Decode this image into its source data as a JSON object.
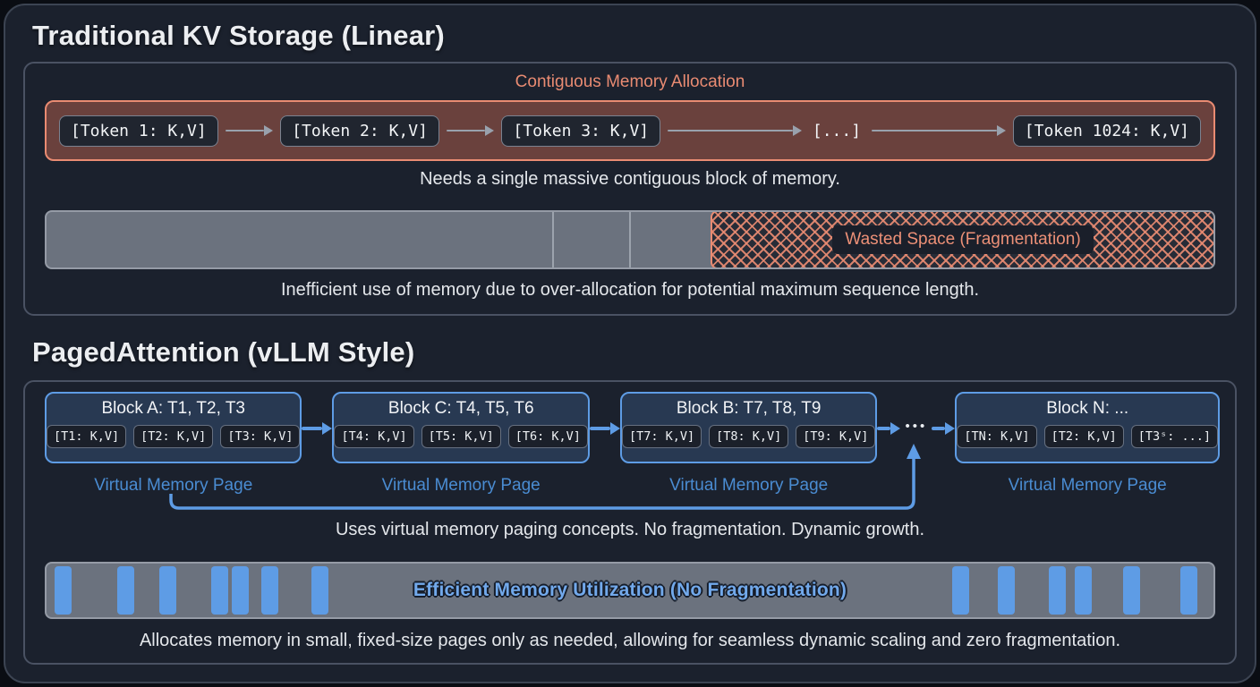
{
  "traditional": {
    "title": "Traditional KV Storage (Linear)",
    "alloc_label": "Contiguous Memory Allocation",
    "tokens": [
      "[Token 1: K,V]",
      "[Token 2: K,V]",
      "[Token 3: K,V]",
      "[...]",
      "[Token 1024: K,V]"
    ],
    "caption_contiguous": "Needs a single massive contiguous block of memory.",
    "wasted_label": "Wasted Space (Fragmentation)",
    "caption_inefficient": "Inefficient use of memory due to over-allocation for potential maximum sequence length."
  },
  "paged": {
    "title": "PagedAttention (vLLM Style)",
    "blocks": [
      {
        "title": "Block A: T1, T2, T3",
        "tokens": [
          "[T1: K,V]",
          "[T2: K,V]",
          "[T3: K,V]"
        ],
        "label": "Virtual Memory Page"
      },
      {
        "title": "Block C: T4, T5, T6",
        "tokens": [
          "[T4: K,V]",
          "[T5: K,V]",
          "[T6: K,V]"
        ],
        "label": "Virtual Memory Page"
      },
      {
        "title": "Block B: T7, T8, T9",
        "tokens": [
          "[T7: K,V]",
          "[T8: K,V]",
          "[T9: K,V]"
        ],
        "label": "Virtual Memory Page"
      },
      {
        "title": "Block N: ...",
        "tokens": [
          "[TN: K,V]",
          "[T2: K,V]",
          "[T3ˢ: ...]"
        ],
        "label": "Virtual Memory Page"
      }
    ],
    "ellipsis": "•••",
    "caption_paging": "Uses virtual memory paging concepts. No fragmentation. Dynamic growth.",
    "efficient_label": "Efficient Memory Utilization (No Fragmentation)",
    "caption_allocates": "Allocates memory in small, fixed-size pages only as needed, allowing for seamless dynamic scaling and zero fragmentation."
  },
  "colors": {
    "accent_orange": "#e98b72",
    "accent_blue": "#5e9ce5",
    "blue_label": "#4a8cd2",
    "bar_gray": "#6b727e",
    "background": "#1b212d"
  }
}
